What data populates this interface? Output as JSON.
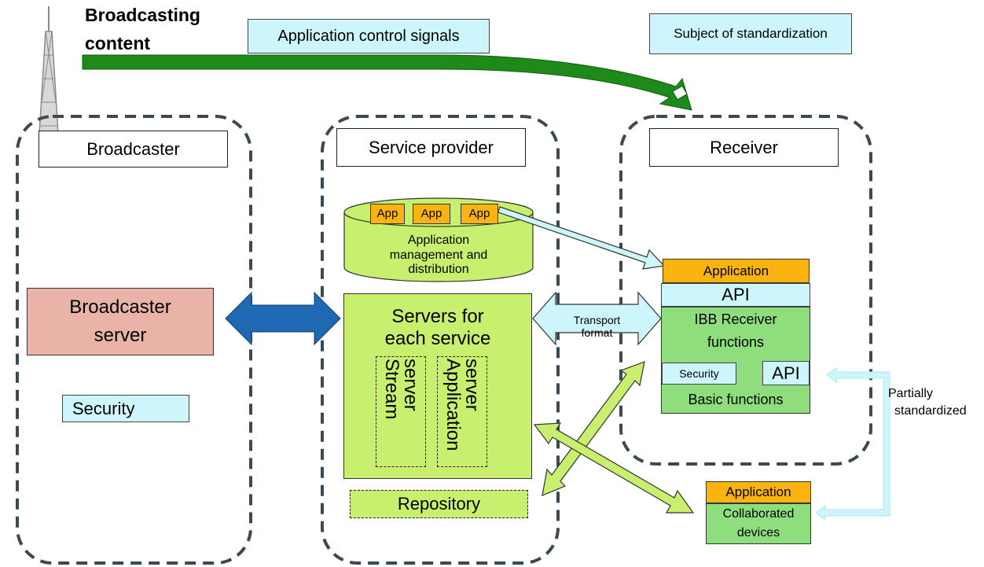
{
  "header": {
    "broadcasting_content_line1": "Broadcasting",
    "broadcasting_content_line2": "content",
    "app_control_signals": "Application control signals",
    "subject_of_standardization": "Subject of standardization"
  },
  "groups": {
    "broadcaster": "Broadcaster",
    "service_provider": "Service provider",
    "receiver": "Receiver"
  },
  "broadcaster": {
    "server_line1": "Broadcaster",
    "server_line2": "server",
    "security": "Security"
  },
  "service_provider": {
    "apps": [
      "App",
      "App",
      "App"
    ],
    "app_mgmt_line1": "Application",
    "app_mgmt_line2": "management and",
    "app_mgmt_line3": "distribution",
    "servers_line1": "Servers for",
    "servers_line2": "each service",
    "stream_server_line1": "Stream",
    "stream_server_line2": "server",
    "application_server_line1": "Application",
    "application_server_line2": "server",
    "repository": "Repository"
  },
  "transport": {
    "line1": "Transport",
    "line2": "format"
  },
  "receiver": {
    "application": "Application",
    "api_top": "API",
    "ibb_line1": "IBB Receiver",
    "ibb_line2": "functions",
    "security": "Security",
    "api_bottom": "API",
    "basic_functions": "Basic functions"
  },
  "collab": {
    "application": "Application",
    "devices_line1": "Collaborated",
    "devices_line2": "devices"
  },
  "partially": {
    "line1": "Partially",
    "line2": "standardized"
  },
  "colors": {
    "green_arrow": "#1e8a1a",
    "blue_arrow": "#1f68b3",
    "light_cyan": "#ccf6fb",
    "lime": "#c8ef6e",
    "green": "#8ede7e",
    "orange": "#fbb40f",
    "pink": "#e9b3a8"
  }
}
